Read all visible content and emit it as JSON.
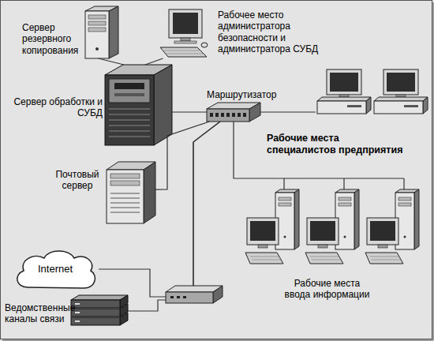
{
  "diagram": {
    "nodes": [
      {
        "text": [
          "Сервер резервного копирования"
        ]
      },
      {
        "text": [
          "Рабочее место администратора безопасности и администратора СУБД"
        ]
      },
      {
        "text": [
          "Сервер обработки и СУБД"
        ]
      },
      {
        "text": [
          "Маршрутизатор"
        ]
      },
      {
        "text": [
          "Рабочие места специалистов предприятия"
        ]
      },
      {
        "text": [
          "Почтовый сервер"
        ]
      },
      {
        "text": [
          "Рабочие места ввода информации"
        ]
      },
      {
        "text": [
          "Internet"
        ]
      },
      {
        "text": [
          "Ведомственные каналы связи"
        ]
      }
    ],
    "edges": [
      {
        "from": 0,
        "to": 2,
        "arrow": "none"
      },
      {
        "from": 1,
        "to": 2,
        "arrow": "none"
      },
      {
        "from": 2,
        "to": 3,
        "arrow": "none"
      },
      {
        "from": 3,
        "to": 4,
        "arrow": "none"
      },
      {
        "from": 3,
        "to": 5,
        "arrow": "none"
      },
      {
        "from": 3,
        "to": 6,
        "arrow": "none"
      },
      {
        "from": 7,
        "to": 3,
        "arrow": "none"
      },
      {
        "from": 8,
        "to": 3,
        "arrow": "none"
      }
    ]
  }
}
